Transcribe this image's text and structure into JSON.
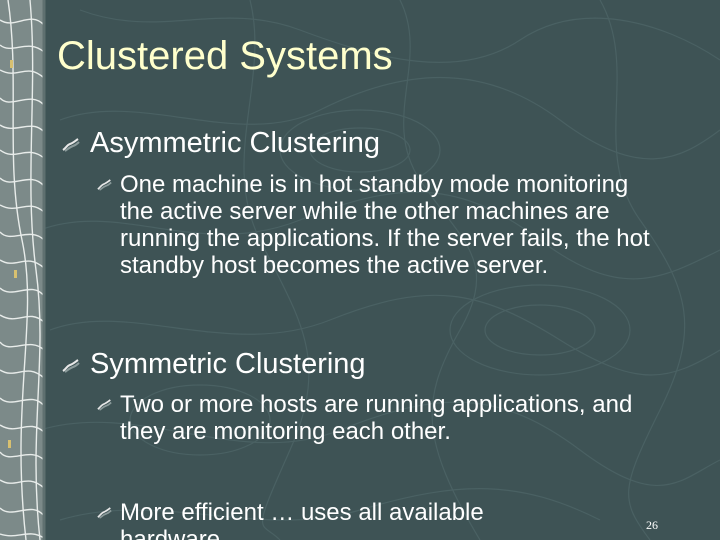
{
  "slide": {
    "title": "Clustered Systems",
    "bullets": [
      {
        "text": "Asymmetric Clustering"
      },
      {
        "text": "One machine is in hot standby mode monitoring the active server while the other machines are running the applications. If the server fails, the hot standby host becomes the active server."
      },
      {
        "text": "Symmetric Clustering"
      },
      {
        "text": "Two or more hosts are running applications, and they are monitoring each other."
      },
      {
        "text": "More efficient … uses all available hardware"
      }
    ],
    "page_number": "26"
  },
  "colors": {
    "background": "#3e5355",
    "title": "#ffffcc",
    "text": "#ffffff"
  },
  "icons": {
    "bullet": "wavy-bullet-icon"
  }
}
